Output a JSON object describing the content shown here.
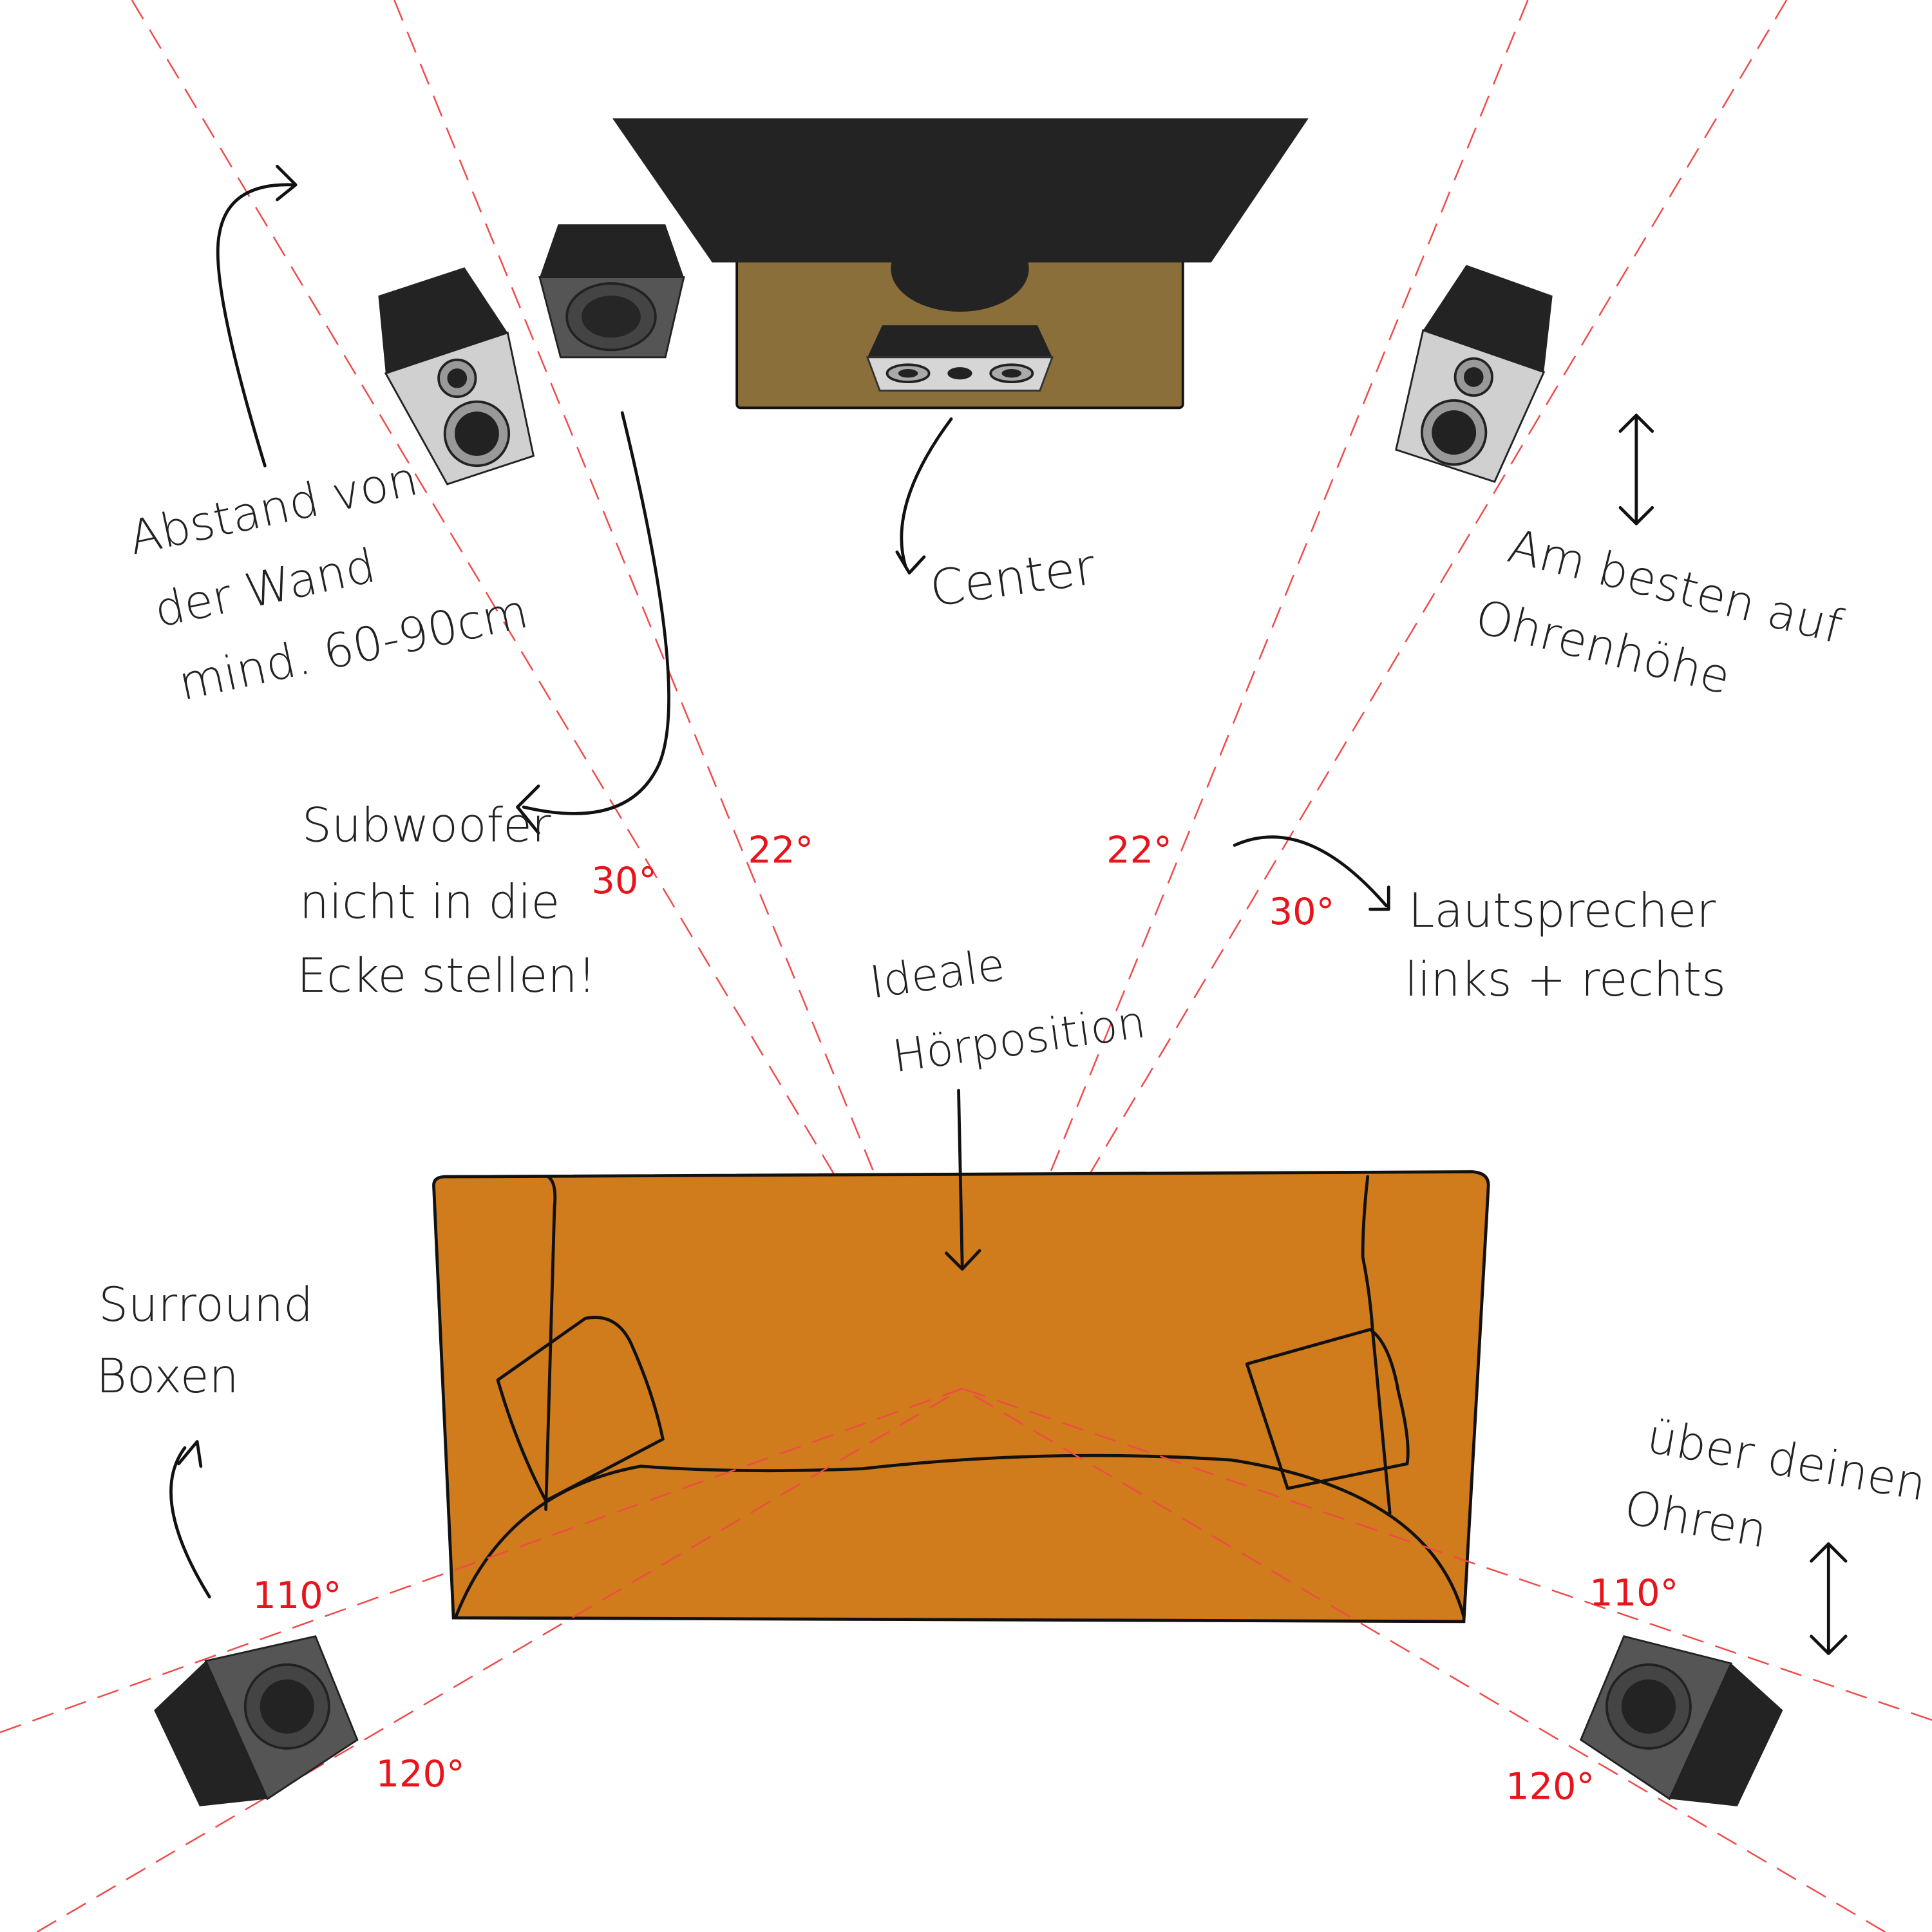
{
  "labels": {
    "wall_distance": [
      "Abstand von",
      "der Wand",
      "mind. 60-90cm"
    ],
    "center": "Center",
    "ear_height": [
      "Am besten auf",
      "Ohrenhöhe"
    ],
    "subwoofer": [
      "Subwoofer",
      "nicht in die",
      "Ecke stellen!"
    ],
    "front_speakers": [
      "Lautsprecher",
      "links + rechts"
    ],
    "listening_position": [
      "Ideale",
      "Hörposition"
    ],
    "surround": [
      "Surround",
      "Boxen"
    ],
    "above_ears": [
      "über deinen",
      "Ohren"
    ]
  },
  "angles": {
    "front_outer_left": "30°",
    "front_inner_left": "22°",
    "front_inner_right": "22°",
    "front_outer_right": "30°",
    "rear_left_110": "110°",
    "rear_left_120": "120°",
    "rear_right_110": "110°",
    "rear_right_120": "120°"
  },
  "colors": {
    "tv": "#232323",
    "tv_stand": "#8b6f3a",
    "sofa": "#d07b1c",
    "angle_lines": "#f04a4a",
    "angle_text": "#e8141b"
  }
}
